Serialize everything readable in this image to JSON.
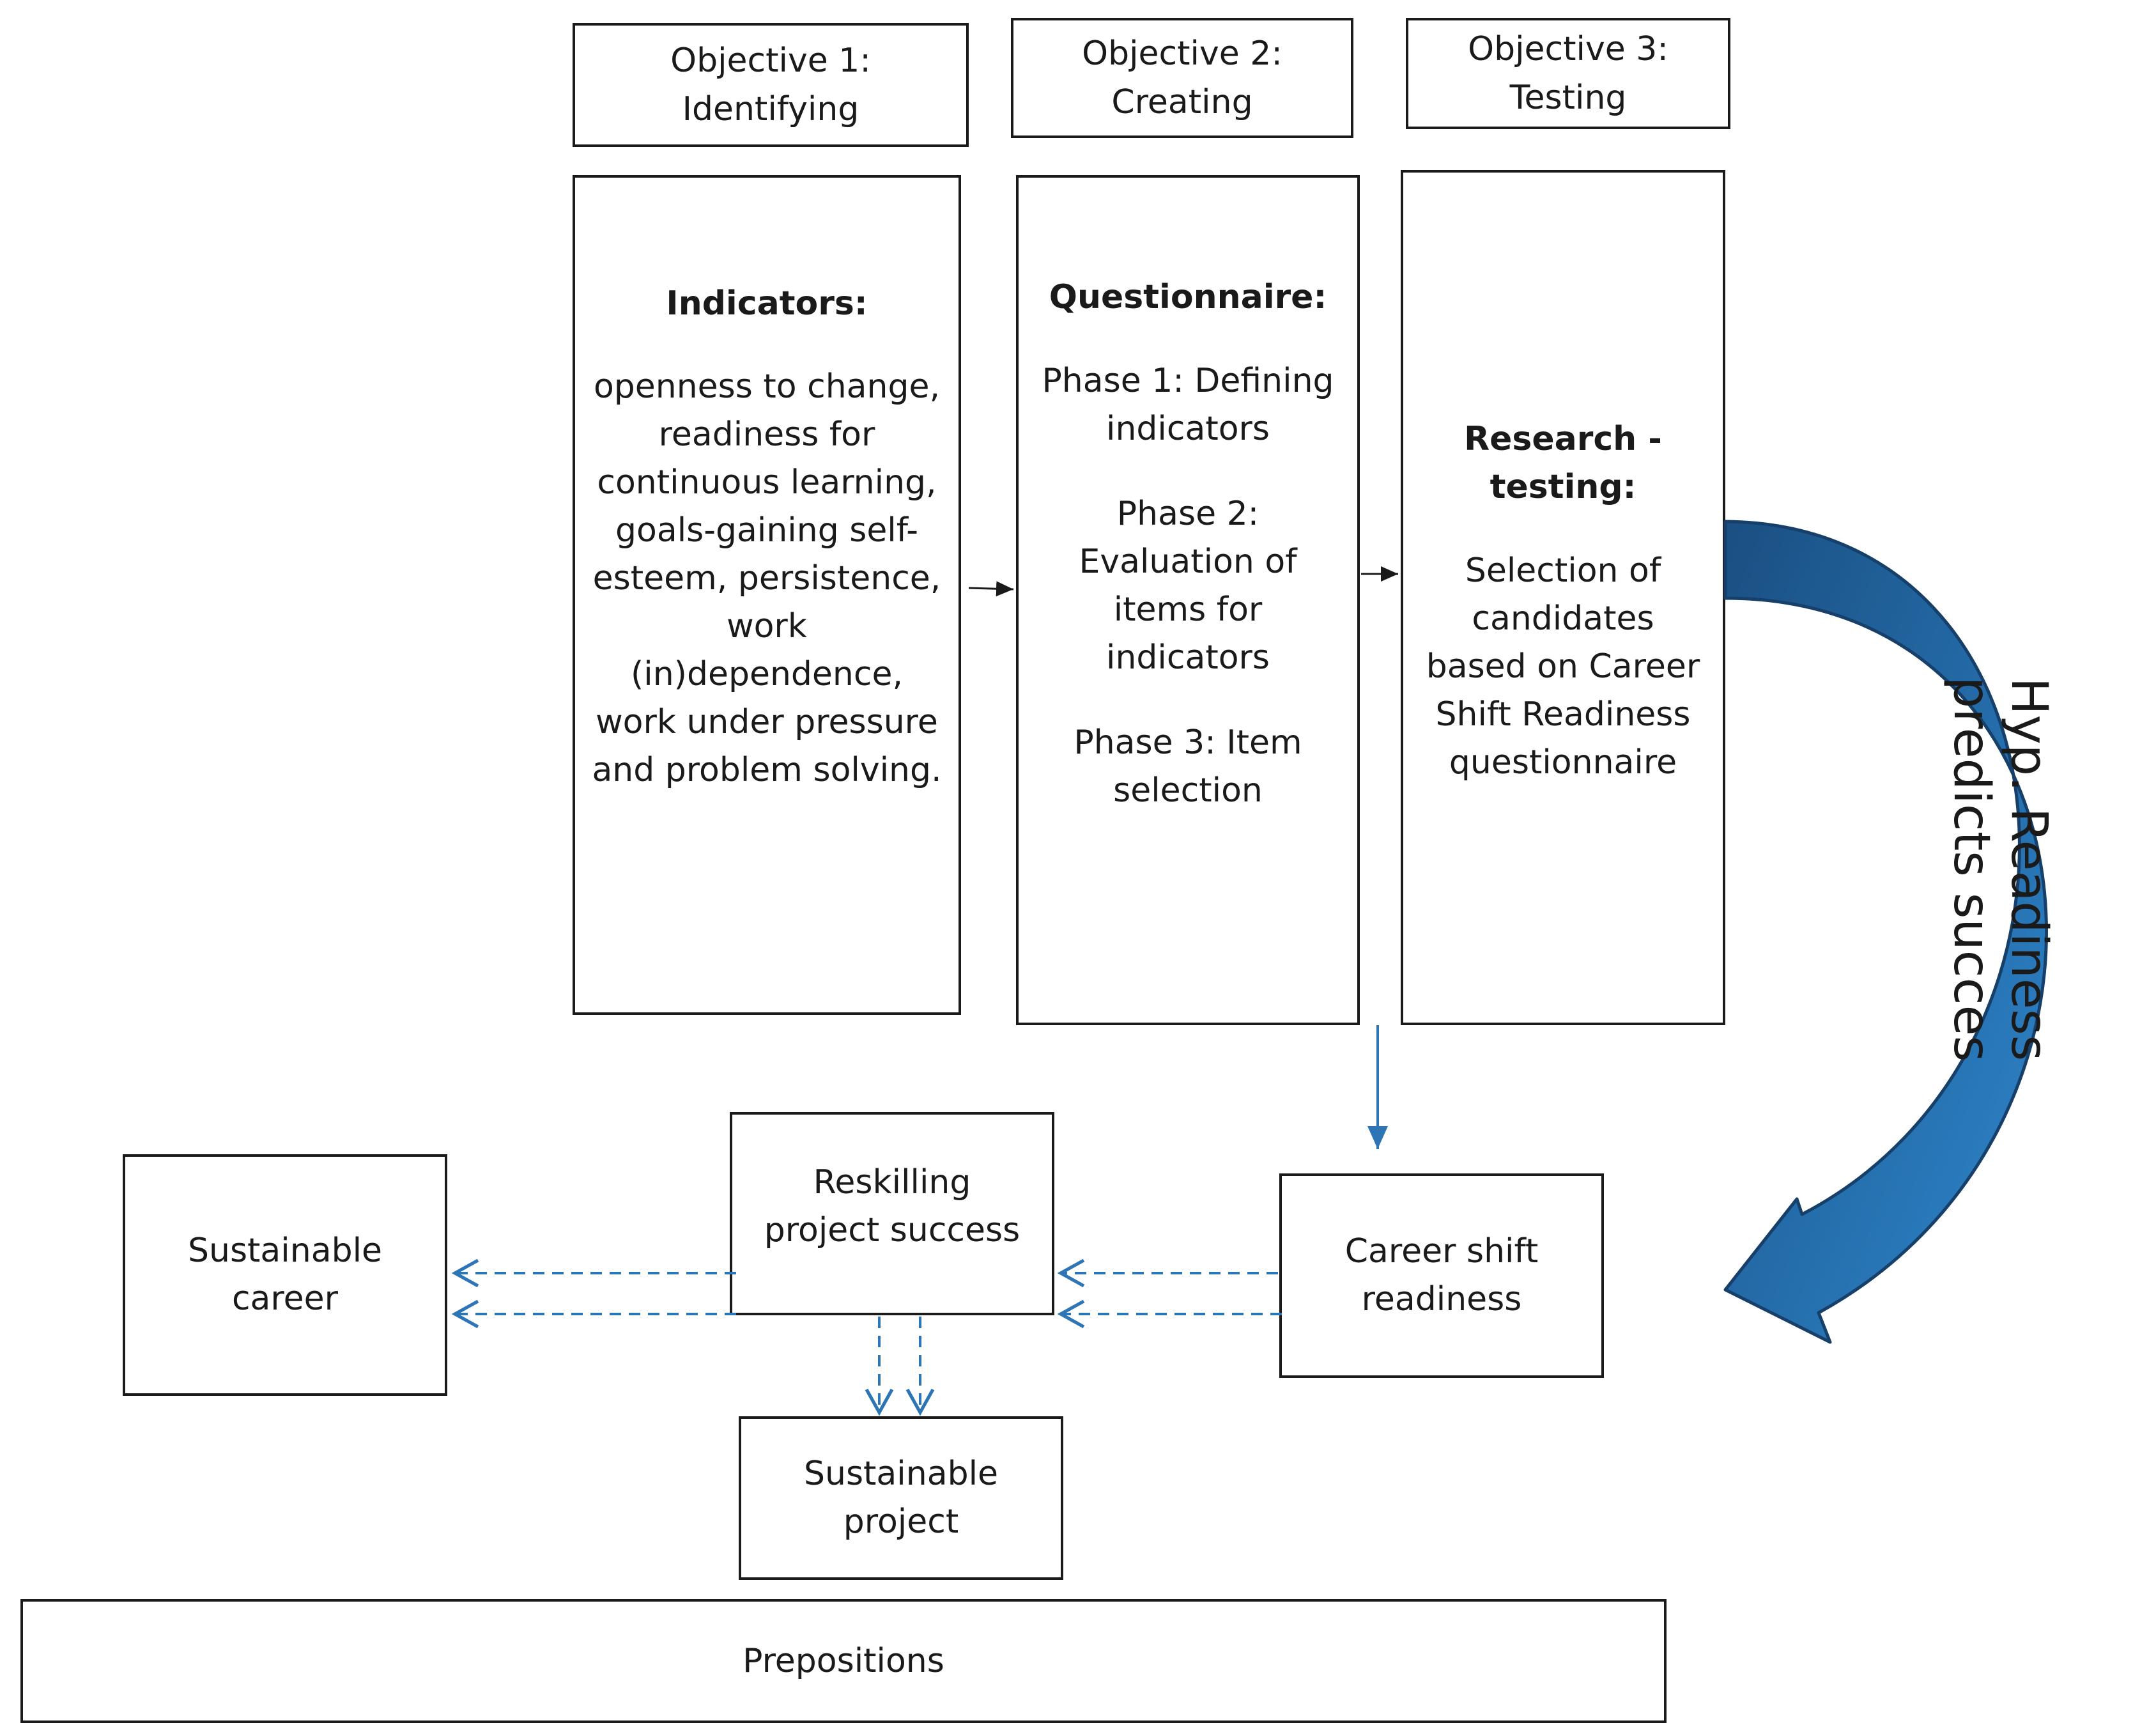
{
  "objectives": [
    {
      "line1": "Objective 1:",
      "line2": "Identifying"
    },
    {
      "line1": "Objective 2:",
      "line2": "Creating"
    },
    {
      "line1": "Objective 3:",
      "line2": "Testing"
    }
  ],
  "indicators": {
    "heading": "Indicators:",
    "lines": [
      "openness to change,",
      "readiness for",
      "continuous learning,",
      "goals-gaining self-",
      "esteem, persistence,",
      "work",
      "(in)dependence,",
      "work under pressure",
      "and problem solving."
    ]
  },
  "questionnaire": {
    "heading": "Questionnaire:",
    "phase1": [
      "Phase 1: Defining",
      "indicators"
    ],
    "phase2": [
      "Phase 2:",
      "Evaluation of",
      "items for",
      "indicators"
    ],
    "phase3": [
      "Phase 3: Item",
      "selection"
    ]
  },
  "research": {
    "heading": [
      "Research -",
      "testing:"
    ],
    "lines": [
      "Selection of",
      "candidates",
      "based on Career",
      "Shift Readiness",
      "questionnaire"
    ]
  },
  "reskilling": [
    "Reskilling",
    "project success"
  ],
  "career_shift": [
    "Career shift",
    "readiness"
  ],
  "sustainable_career": [
    "Sustainable",
    "career"
  ],
  "sustainable_project": [
    "Sustainable",
    "project"
  ],
  "prepositions": "Prepositions",
  "hypothesis": [
    "Hyp. Readiness",
    "predicts succes"
  ],
  "colors": {
    "line": "#1a1a1a",
    "arrow_blue": "#2e75b6",
    "curve_blue": "#1f6db0",
    "curve_dark": "#1a4f82"
  }
}
